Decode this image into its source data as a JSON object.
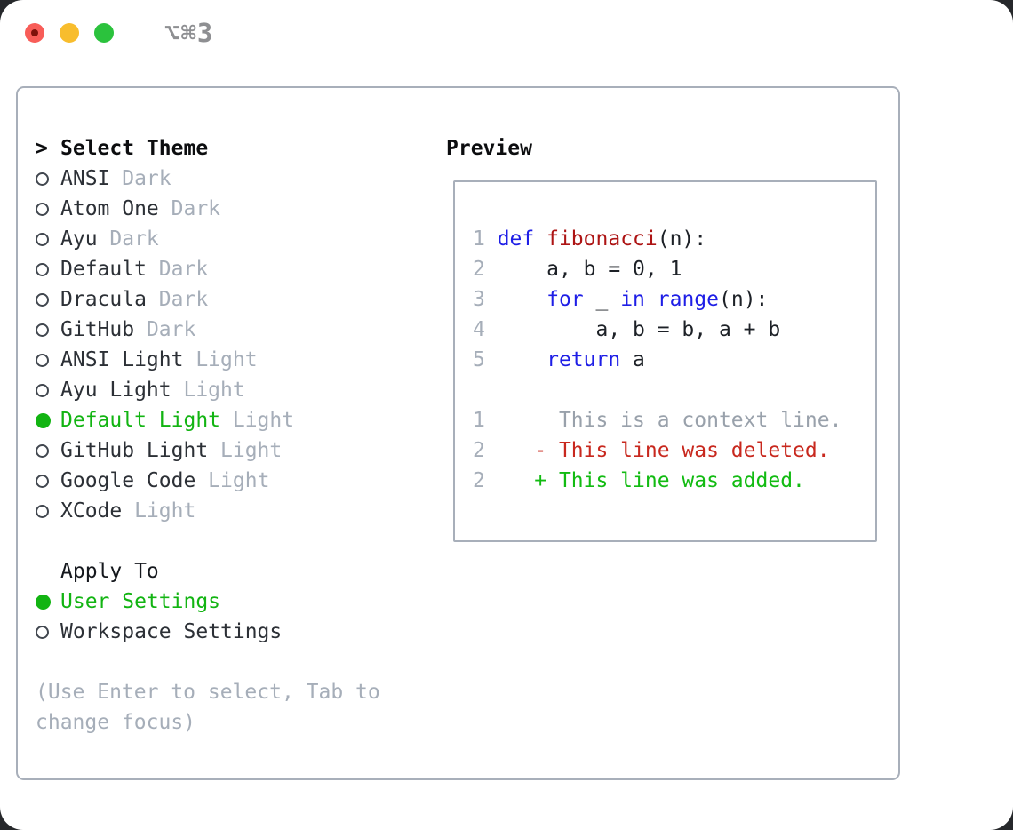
{
  "window": {
    "shortcut": "⌥⌘3"
  },
  "colors": {
    "keyword_blue": "#1e1ee6",
    "function_red": "#ad1414",
    "deleted_red": "#c8281e",
    "added_green": "#12bb12",
    "accent_green": "#12b412",
    "muted_gray": "#a6aeb9",
    "border_gray": "#a8afba"
  },
  "theme_list": {
    "prompt": ">",
    "title": "Select Theme",
    "items": [
      {
        "name": "ANSI",
        "tag": "Dark",
        "selected": false
      },
      {
        "name": "Atom One",
        "tag": "Dark",
        "selected": false
      },
      {
        "name": "Ayu",
        "tag": "Dark",
        "selected": false
      },
      {
        "name": "Default",
        "tag": "Dark",
        "selected": false
      },
      {
        "name": "Dracula",
        "tag": "Dark",
        "selected": false
      },
      {
        "name": "GitHub",
        "tag": "Dark",
        "selected": false
      },
      {
        "name": "ANSI Light",
        "tag": "Light",
        "selected": false
      },
      {
        "name": "Ayu Light",
        "tag": "Light",
        "selected": false
      },
      {
        "name": "Default Light",
        "tag": "Light",
        "selected": true
      },
      {
        "name": "GitHub Light",
        "tag": "Light",
        "selected": false
      },
      {
        "name": "Google Code",
        "tag": "Light",
        "selected": false
      },
      {
        "name": "XCode",
        "tag": "Light",
        "selected": false
      }
    ]
  },
  "apply_to": {
    "title": "Apply To",
    "options": [
      {
        "label": "User Settings",
        "selected": true
      },
      {
        "label": "Workspace Settings",
        "selected": false
      }
    ]
  },
  "hint": "(Use Enter to select, Tab to change focus)",
  "preview": {
    "title": "Preview",
    "code_lines": [
      {
        "num": "1",
        "tokens": [
          {
            "t": "def",
            "c": "kw"
          },
          {
            "t": " ",
            "c": "pl"
          },
          {
            "t": "fibonacci",
            "c": "fn"
          },
          {
            "t": "(n):",
            "c": "pl"
          }
        ]
      },
      {
        "num": "2",
        "tokens": [
          {
            "t": "    a, b = 0, 1",
            "c": "pl"
          }
        ]
      },
      {
        "num": "3",
        "tokens": [
          {
            "t": "    ",
            "c": "pl"
          },
          {
            "t": "for",
            "c": "kw"
          },
          {
            "t": " _ ",
            "c": "pl"
          },
          {
            "t": "in",
            "c": "kw"
          },
          {
            "t": " ",
            "c": "pl"
          },
          {
            "t": "range",
            "c": "kw"
          },
          {
            "t": "(n):",
            "c": "pl"
          }
        ]
      },
      {
        "num": "4",
        "tokens": [
          {
            "t": "        a, b = b, a + b",
            "c": "pl"
          }
        ]
      },
      {
        "num": "5",
        "tokens": [
          {
            "t": "    ",
            "c": "pl"
          },
          {
            "t": "return",
            "c": "kw"
          },
          {
            "t": " a",
            "c": "pl"
          }
        ]
      }
    ],
    "diff_lines": [
      {
        "num": "1",
        "text": "      This is a context line.",
        "type": "context"
      },
      {
        "num": "2",
        "text": "    - This line was deleted.",
        "type": "del"
      },
      {
        "num": "2",
        "text": "    + This line was added.",
        "type": "add"
      }
    ]
  }
}
